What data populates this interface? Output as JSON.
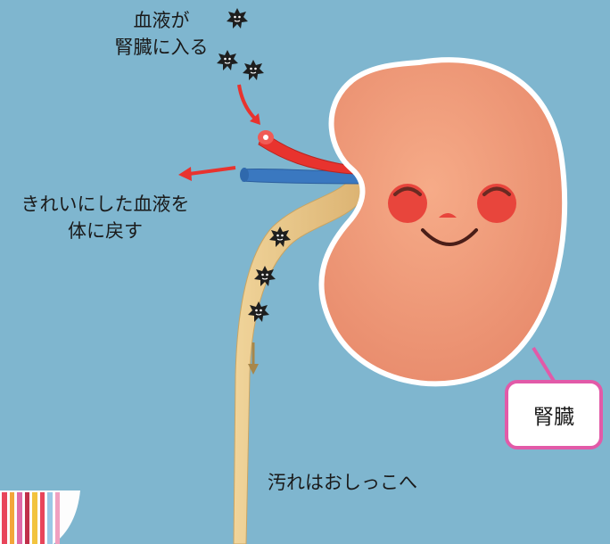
{
  "labels": {
    "blood_enters_line1": "血液が",
    "blood_enters_line2": "腎臓に入る",
    "clean_blood_line1": "きれいにした血液を",
    "clean_blood_line2": "体に戻す",
    "waste": "汚れはおしっこへ",
    "kidney": "腎臓"
  },
  "colors": {
    "background": "#7fb6cf",
    "kidney": "#f09a7a",
    "artery": "#e8332e",
    "vein": "#3a78c0",
    "ureter": "#e8c98a",
    "callout_border": "#e25aa8",
    "cheeks": "#e8453c"
  },
  "icons": [
    "waste-particle-icon",
    "arrow-icon"
  ]
}
